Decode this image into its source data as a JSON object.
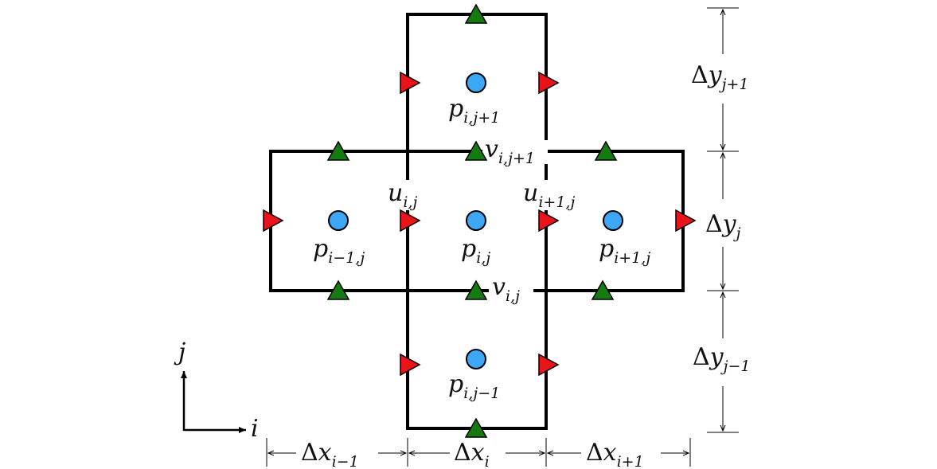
{
  "colors": {
    "line": "#000000",
    "pressure_node": "#3ba7f5",
    "u_velocity": "#e8141a",
    "v_velocity": "#157a10"
  },
  "labels": {
    "p_i_j1": {
      "base": "p",
      "sub": "i,j+1"
    },
    "p_im1_j": {
      "base": "p",
      "sub": "i−1,j"
    },
    "p_i_j": {
      "base": "p",
      "sub": "i,j"
    },
    "p_ip1_j": {
      "base": "p",
      "sub": "i+1,j"
    },
    "p_i_jm1": {
      "base": "p",
      "sub": "i,j−1"
    },
    "u_i_j": {
      "base": "u",
      "sub": "i,j"
    },
    "u_ip1_j": {
      "base": "u",
      "sub": "i+1,j"
    },
    "v_i_j1": {
      "base": "v",
      "sub": "i,j+1"
    },
    "v_i_j": {
      "base": "v",
      "sub": "i,j"
    }
  },
  "dimensions": {
    "dy_jp1": {
      "delta": "Δ",
      "var": "y",
      "sub": "j+1"
    },
    "dy_j": {
      "delta": "Δ",
      "var": "y",
      "sub": "j"
    },
    "dy_jm1": {
      "delta": "Δ",
      "var": "y",
      "sub": "j−1"
    },
    "dx_im1": {
      "delta": "Δ",
      "var": "x",
      "sub": "i−1"
    },
    "dx_i": {
      "delta": "Δ",
      "var": "x",
      "sub": "i"
    },
    "dx_ip1": {
      "delta": "Δ",
      "var": "x",
      "sub": "i+1"
    }
  },
  "axes": {
    "i": "i",
    "j": "j"
  }
}
